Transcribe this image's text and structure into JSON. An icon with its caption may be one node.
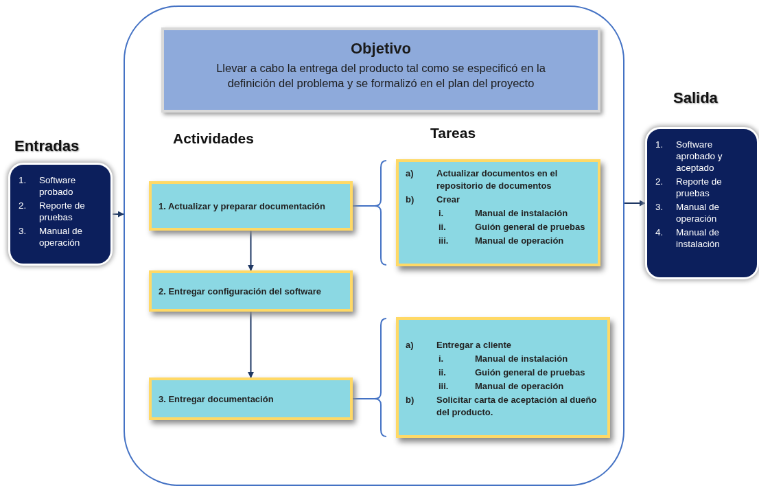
{
  "diagram": {
    "nodes": [
      {
        "text": [
          "Entradas",
          "1.",
          "Software probado",
          "2.",
          "Reporte de pruebas",
          "3.",
          "Manual de operación"
        ]
      },
      {
        "text": [],
        "shape": "box"
      },
      {
        "text": [
          "Objetivo",
          "Llevar a cabo la entrega del producto tal como se especificó en la definición del problema y se formalizó en el plan del proyecto"
        ],
        "in": 1
      },
      {
        "text": [
          "1. Actualizar y preparar documentación"
        ],
        "in": 1
      },
      {
        "text": [
          "2. Entregar configuración del software"
        ],
        "in": 1
      },
      {
        "text": [
          "3. Entregar documentación"
        ],
        "in": 1
      },
      {
        "text": [
          "a)",
          "Actualizar documentos en el repositorio de documentos",
          "b)",
          "Crear",
          "i.",
          "Manual de instalación",
          "ii.",
          "Guión general de pruebas",
          "iii.",
          "Manual de operación"
        ],
        "in": 1
      },
      {
        "text": [
          "a)",
          "Entregar a cliente",
          "i.",
          "Manual de instalación",
          "ii.",
          "Guión general de pruebas",
          "iii.",
          "Manual de operación",
          "b)",
          "Solicitar carta de aceptación al dueño del producto."
        ],
        "in": 1
      },
      {
        "text": [
          "Salida",
          "1.",
          "Software aprobado y aceptado",
          "2.",
          "Reporte de pruebas",
          "3.",
          "Manual de operación",
          "4.",
          "Manual de instalación"
        ]
      }
    ],
    "edges": [
      {
        "from": 0,
        "to": 1,
        "arrow": "to"
      },
      {
        "from": 1,
        "to": 8,
        "arrow": "to"
      },
      {
        "from": 3,
        "to": 4,
        "arrow": "to"
      },
      {
        "from": 4,
        "to": 5,
        "arrow": "to"
      },
      {
        "from": 3,
        "to": 6,
        "arrow": "none",
        "color": "#4472c4"
      },
      {
        "from": 5,
        "to": 7,
        "arrow": "none",
        "color": "#4472c4"
      }
    ],
    "labels": [
      "Actividades",
      "Tareas"
    ]
  }
}
